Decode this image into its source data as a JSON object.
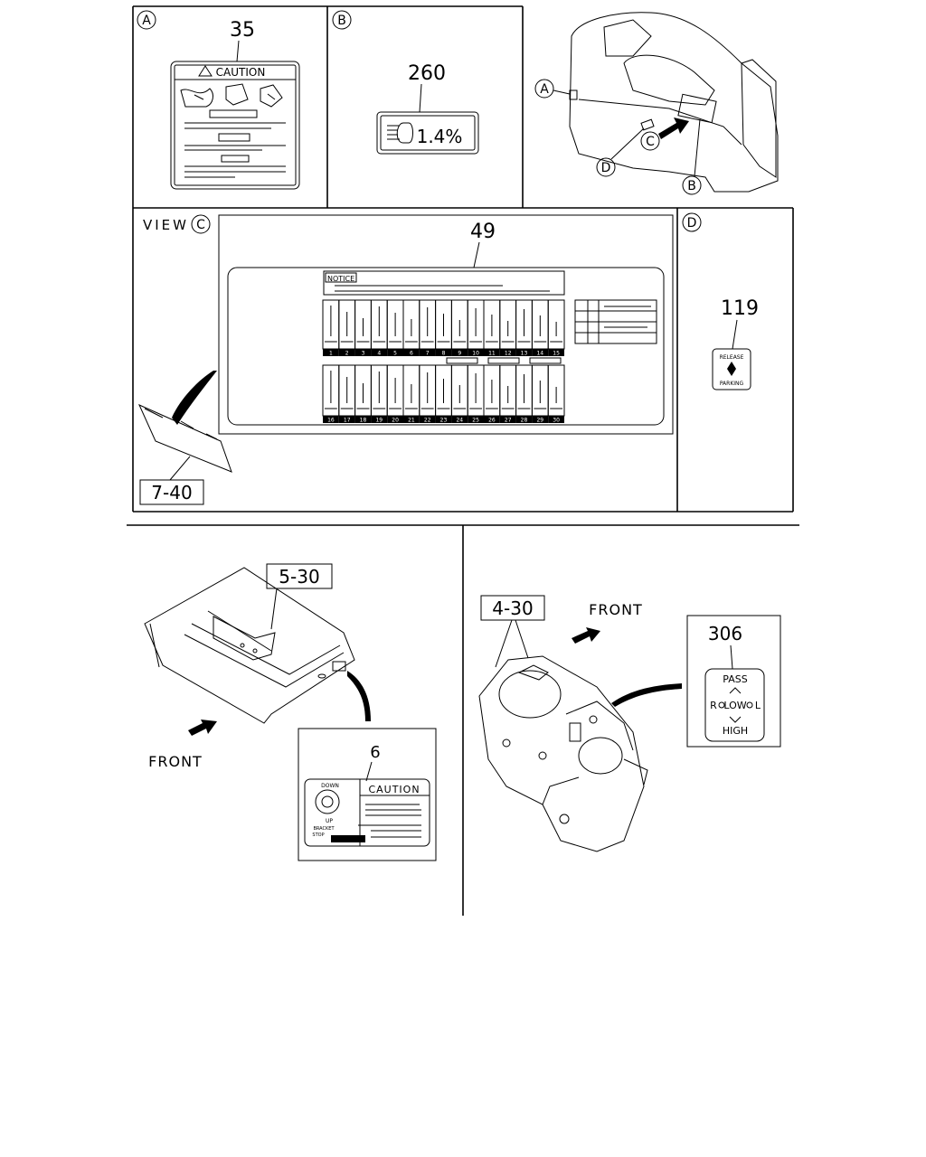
{
  "panels": {
    "a": {
      "letter": "A",
      "part_no": "35",
      "label_title": "CAUTION"
    },
    "b": {
      "letter": "B",
      "part_no": "260",
      "label_text": "1.4%"
    },
    "overview": {
      "callouts": [
        "A",
        "B",
        "C",
        "D"
      ]
    },
    "c": {
      "view_word": "VIEW",
      "letter": "C",
      "part_no": "49",
      "notice_title": "NOTICE",
      "fuse_numbers_top": [
        "1",
        "2",
        "3",
        "4",
        "5",
        "6",
        "7",
        "8",
        "9",
        "10",
        "11",
        "12",
        "13",
        "14",
        "15"
      ],
      "fuse_numbers_bottom": [
        "16",
        "17",
        "18",
        "19",
        "20",
        "21",
        "22",
        "23",
        "24",
        "25",
        "26",
        "27",
        "28",
        "29",
        "30"
      ],
      "ref": "7-40"
    },
    "d": {
      "letter": "D",
      "part_no": "119",
      "release_text": "RELEASE",
      "parking_text": "PARKING"
    }
  },
  "lower_left": {
    "ref": "5-30",
    "front_label": "FRONT",
    "part_no": "6",
    "caution_title": "CAUTION",
    "down_text": "DOWN",
    "up_text": "UP",
    "bracket_text": "BRACKET",
    "stop_text": "STOP"
  },
  "lower_right": {
    "ref": "4-30",
    "front_label": "FRONT",
    "part_no": "306",
    "pass_text": "PASS",
    "r_text": "R",
    "low_text": "LOW",
    "l_text": "L",
    "high_text": "HIGH"
  }
}
